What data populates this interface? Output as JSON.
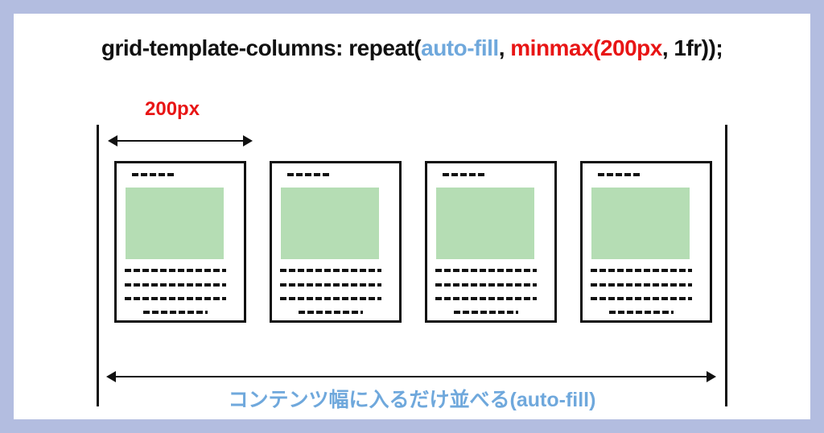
{
  "code_line": {
    "prefix": "grid-template-columns: repeat(",
    "auto_fill": "auto-fill",
    "comma": ", ",
    "minmax": "minmax(200px",
    "suffix": ", 1fr));"
  },
  "width_label": "200px",
  "bottom_label": "コンテンツ幅に入るだけ並べる(auto-fill)",
  "card_count": 4,
  "colors": {
    "accent_blue": "#6fa8dc",
    "accent_red": "#e81515",
    "image_fill": "#b5ddb4",
    "background": "#b3bde0"
  }
}
